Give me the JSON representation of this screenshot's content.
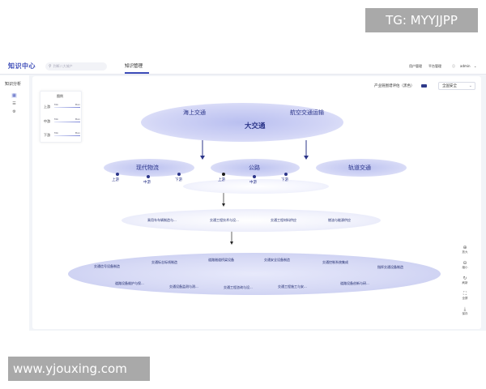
{
  "watermarks": {
    "top_right": "TG: MYYJJPP",
    "bottom_left": "www.yjouxing.com"
  },
  "header": {
    "logo": "知识中心",
    "search_placeholder": "判断八大城产",
    "nav_tab": "知识管理",
    "links": [
      "用户管理",
      "平台管理"
    ],
    "user": "admin"
  },
  "sidebar": {
    "title": "知识分析",
    "icons": [
      "graph-icon",
      "list-icon",
      "settings-icon"
    ]
  },
  "toolbar": {
    "filter_label": "产业链图谱评估（黑色）",
    "select_value": "全国安全"
  },
  "legend": {
    "title": "图例",
    "rows": [
      {
        "label": "上游",
        "min": "Min",
        "max": "Max"
      },
      {
        "label": "中游",
        "min": "Min",
        "max": "Max"
      },
      {
        "label": "下游",
        "min": "Min",
        "max": "Max"
      }
    ]
  },
  "graph": {
    "root": {
      "title": "大交通",
      "left": "海上交通",
      "right": "航空交通运输"
    },
    "level2": [
      {
        "title": "现代物流",
        "subs": [
          "上游",
          "中游",
          "下游"
        ]
      },
      {
        "title": "公路",
        "subs": [
          "上游",
          "中游",
          "下游"
        ]
      },
      {
        "title": "轨道交通"
      }
    ],
    "level3": [
      "乘用车车辆制造与...",
      "交通工程技术与设...",
      "交通工程材料供应",
      "燃油与能源供应"
    ],
    "level4_row1": [
      "交通信号设备制造",
      "交通标志标线制造",
      "道路隧道桥梁设备",
      "交通安全设备制造",
      "交通控制系统集成",
      "指挥交通设备制造"
    ],
    "level4_row2": [
      "道路设备维护与保...",
      "交通设备监测与测...",
      "交通工程咨询与设...",
      "交通工程施工与安...",
      "道路设备创新与研..."
    ]
  },
  "zoom_tools": [
    "放大",
    "缩小",
    "刷新",
    "全屏",
    "保存"
  ],
  "colors": {
    "accent": "#3d4cb8",
    "node_fill": "#c9cdf2",
    "text_dark": "#2b3589"
  }
}
